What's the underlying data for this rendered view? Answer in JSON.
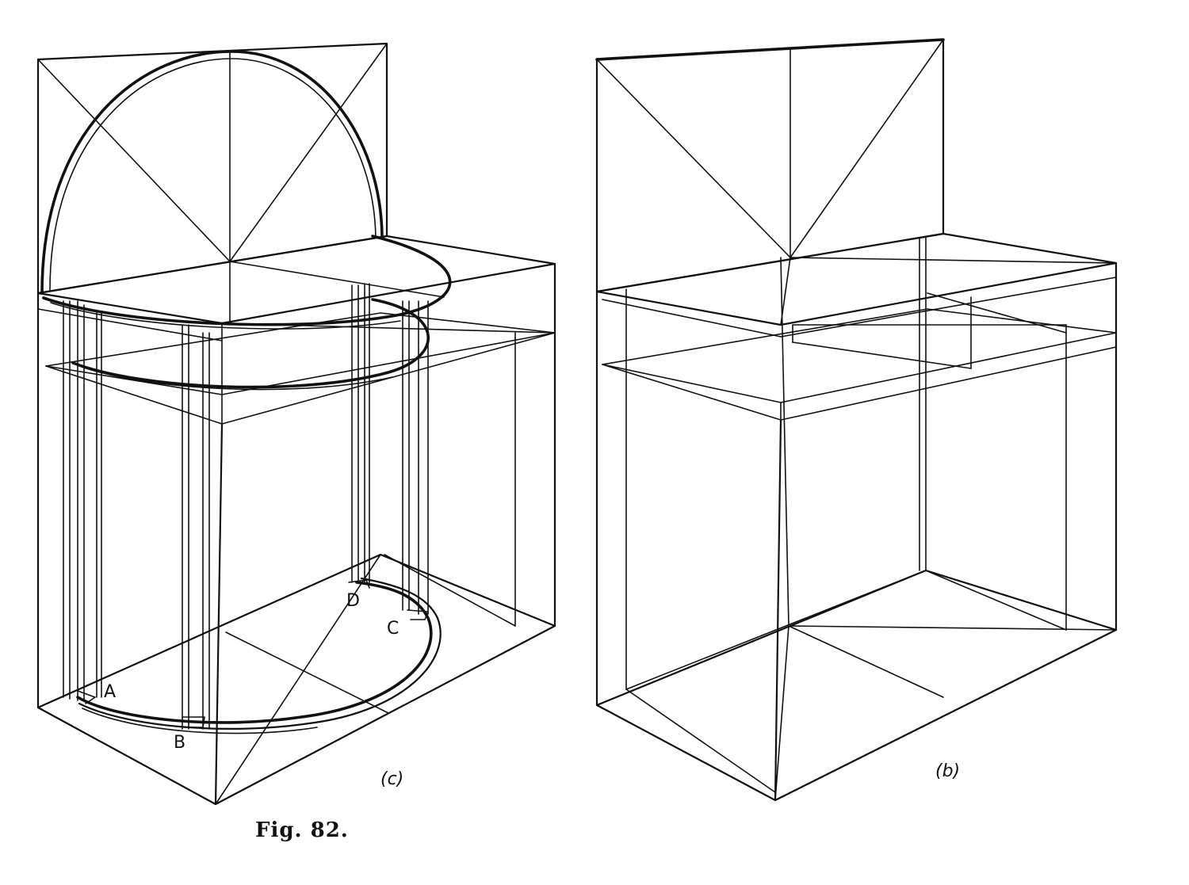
{
  "figure": {
    "caption": "Fig. 82.",
    "panels": [
      {
        "id": "c",
        "label": "(c)",
        "points": [
          {
            "key": "A",
            "text": "A"
          },
          {
            "key": "B",
            "text": "B"
          },
          {
            "key": "C",
            "text": "C"
          },
          {
            "key": "D",
            "text": "D"
          }
        ]
      },
      {
        "id": "b",
        "label": "(b)",
        "points": []
      }
    ]
  }
}
